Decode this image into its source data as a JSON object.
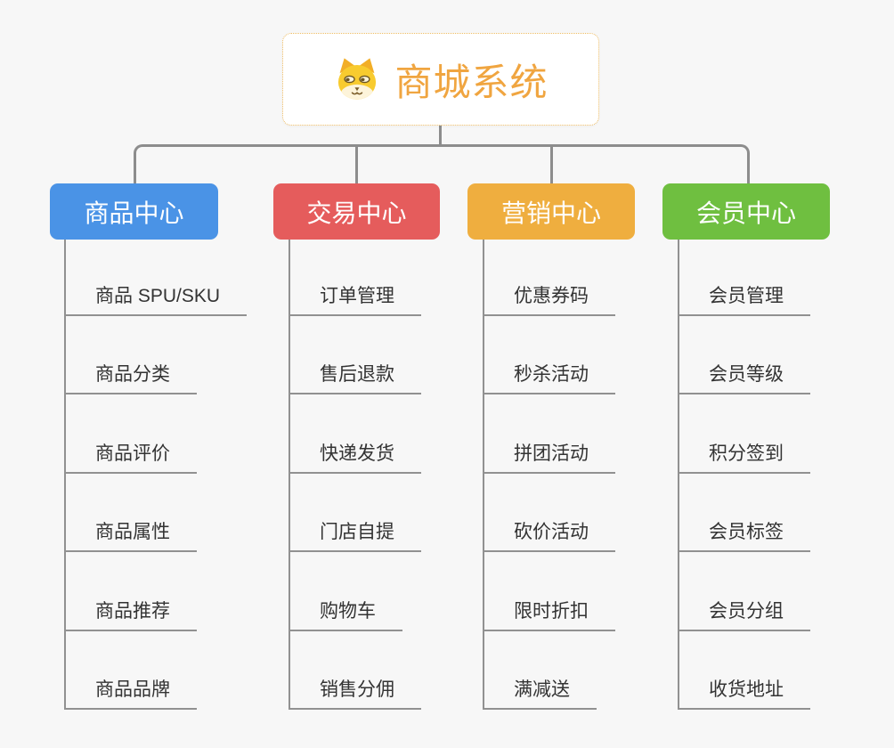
{
  "root": {
    "title": "商城系统",
    "icon": "dog-icon"
  },
  "branches": [
    {
      "id": "product-center",
      "label": "商品中心",
      "color": "#4a93e6",
      "children": [
        "商品 SPU/SKU",
        "商品分类",
        "商品评价",
        "商品属性",
        "商品推荐",
        "商品品牌"
      ]
    },
    {
      "id": "trade-center",
      "label": "交易中心",
      "color": "#e55c5c",
      "children": [
        "订单管理",
        "售后退款",
        "快递发货",
        "门店自提",
        "购物车",
        "销售分佣"
      ]
    },
    {
      "id": "marketing-center",
      "label": "营销中心",
      "color": "#efae3f",
      "children": [
        "优惠券码",
        "秒杀活动",
        "拼团活动",
        "砍价活动",
        "限时折扣",
        "满减送"
      ]
    },
    {
      "id": "member-center",
      "label": "会员中心",
      "color": "#6fbf40",
      "children": [
        "会员管理",
        "会员等级",
        "积分签到",
        "会员标签",
        "会员分组",
        "收货地址"
      ]
    }
  ],
  "colors": {
    "canvas_bg": "#f7f7f7",
    "connector": "#8d8d8d",
    "root_text": "#f0a540",
    "root_border": "#eebc63",
    "leaf_text": "#333333",
    "branch_product": "#4a93e6",
    "branch_trade": "#e55c5c",
    "branch_marketing": "#efae3f",
    "branch_member": "#6fbf40"
  }
}
